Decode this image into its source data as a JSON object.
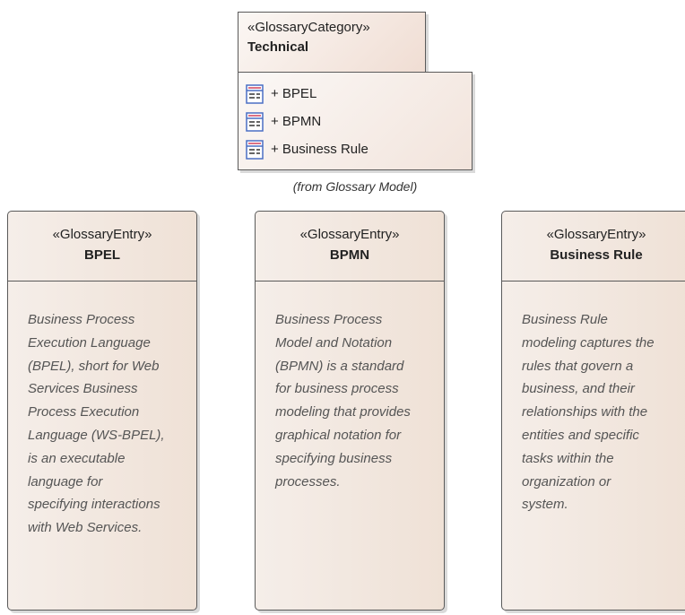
{
  "category": {
    "stereotype": "«GlossaryCategory»",
    "title": "Technical",
    "items": [
      "+ BPEL",
      "+ BPMN",
      "+ Business Rule"
    ],
    "from_note": "(from Glossary Model)"
  },
  "entries": [
    {
      "stereotype": "«GlossaryEntry»",
      "title": "BPEL",
      "description": [
        "Business Process",
        "Execution Language",
        "(BPEL), short for Web",
        "Services Business",
        "Process Execution",
        "Language (WS-BPEL),",
        "is an executable",
        "language for",
        "specifying interactions",
        "with Web Services."
      ]
    },
    {
      "stereotype": "«GlossaryEntry»",
      "title": "BPMN",
      "description": [
        "Business Process",
        "Model and Notation",
        "(BPMN) is a standard",
        "for business process",
        "modeling that provides",
        "graphical notation for",
        "specifying business",
        "processes."
      ]
    },
    {
      "stereotype": "«GlossaryEntry»",
      "title": "Business Rule",
      "description": [
        "Business Rule",
        "modeling captures the",
        "rules that govern a",
        "business, and their",
        "relationships with the",
        "entities and specific",
        "tasks within the",
        "organization or",
        "system."
      ]
    }
  ],
  "colors": {
    "border": "#5a5a5a",
    "fill_light": "#fbf7f4",
    "fill_dark": "#f0ddd3",
    "icon_blue": "#4a6fc4",
    "icon_red": "#d0405a"
  },
  "icons": {
    "category_item": "glossary-term-icon"
  }
}
